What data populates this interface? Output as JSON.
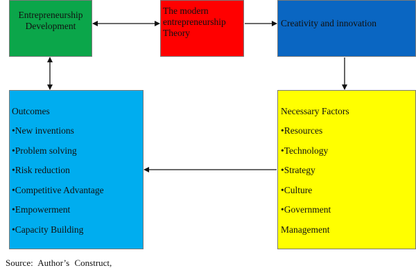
{
  "boxes": {
    "entrepreneurship": {
      "lines": [
        "Entrepreneurship",
        "Development"
      ],
      "color": "#0ba64a"
    },
    "theory": {
      "lines": [
        "The modern",
        "entrepreneurship",
        "Theory"
      ],
      "color": "#ff0000"
    },
    "creativity": {
      "text": "Creativity and innovation",
      "color": "#0a66c2"
    },
    "outcomes": {
      "title": "Outcomes",
      "bullet": "•",
      "items": [
        "New inventions",
        "Problem solving",
        "Risk reduction",
        "Competitive Advantage",
        "Empowerment",
        "Capacity Building"
      ],
      "color": "#00adef"
    },
    "factors": {
      "title": "Necessary Factors",
      "bullet": "•",
      "items": [
        "Resources",
        "Technology",
        "Strategy",
        "Culture",
        "Government",
        "Management"
      ],
      "color": "#ffff00"
    }
  },
  "source": "Source: Author’s Construct,"
}
